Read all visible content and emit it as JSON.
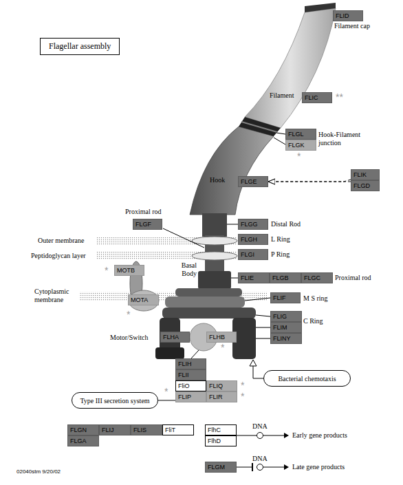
{
  "diagram": {
    "title": "Flagellar assembly",
    "nodes": [
      {
        "text": [
          "FLID"
        ]
      },
      {
        "text": [
          "FLIC"
        ]
      },
      {
        "text": [
          "FLGL"
        ]
      },
      {
        "text": [
          "FLGK"
        ]
      },
      {
        "text": [
          "FLIK"
        ]
      },
      {
        "text": [
          "FLGE"
        ]
      },
      {
        "text": [
          "FLGD"
        ]
      },
      {
        "text": [
          "FLGF"
        ]
      },
      {
        "text": [
          "FLGG"
        ]
      },
      {
        "text": [
          "FLGH"
        ]
      },
      {
        "text": [
          "FLGI"
        ]
      },
      {
        "text": [
          "MOTB"
        ]
      },
      {
        "text": [
          "FLIE"
        ]
      },
      {
        "text": [
          "FLGB"
        ]
      },
      {
        "text": [
          "FLGC"
        ]
      },
      {
        "text": [
          "FLIF"
        ]
      },
      {
        "text": [
          "MOTA"
        ]
      },
      {
        "text": [
          "FLIG"
        ]
      },
      {
        "text": [
          "FLIM"
        ]
      },
      {
        "text": [
          "FLINY"
        ]
      },
      {
        "text": [
          "FLHA"
        ]
      },
      {
        "text": [
          "FLHB"
        ]
      },
      {
        "text": [
          "FLIH"
        ]
      },
      {
        "text": [
          "FLII"
        ]
      },
      {
        "text": [
          "Bacterial chemotaxis"
        ]
      },
      {
        "text": [
          "FliO"
        ]
      },
      {
        "text": [
          "FLIQ"
        ]
      },
      {
        "text": [
          "Type III secretion system"
        ]
      },
      {
        "text": [
          "FLIP"
        ]
      },
      {
        "text": [
          "FLIR"
        ]
      },
      {
        "text": [
          "FLGN"
        ]
      },
      {
        "text": [
          "FLIJ"
        ]
      },
      {
        "text": [
          "FLIS"
        ]
      },
      {
        "text": [
          "FliT"
        ]
      },
      {
        "text": [
          "FlhC"
        ]
      },
      {
        "text": [
          "FLGA"
        ]
      },
      {
        "text": [
          "FlhD"
        ]
      },
      {
        "text": [
          "FLGM"
        ]
      }
    ],
    "edges": [
      {
        "from": 4,
        "to": 5,
        "arrow": "to"
      },
      {
        "from": 6,
        "to": 5,
        "arrow": "to"
      },
      {
        "from": 27,
        "to": 28,
        "arrow": "none"
      }
    ],
    "labels": [
      "Filament cap",
      "Filament",
      "**",
      "Hook-Filament junction",
      "*",
      "Hook",
      "Proximal rod",
      "Distal Rod",
      "Outer membrane",
      "L Ring",
      "Peptidoglycan layer",
      "P Ring",
      "*",
      "Basal Body",
      "Proximal rod",
      "Cytoplasmic membrane",
      "M S ring",
      "*",
      "C Ring",
      "Motor/Switch",
      "*",
      "*",
      "*",
      "*",
      "DNA",
      "Early gene products",
      "DNA",
      "Late gene products",
      "02040stm 9/20/02"
    ]
  }
}
